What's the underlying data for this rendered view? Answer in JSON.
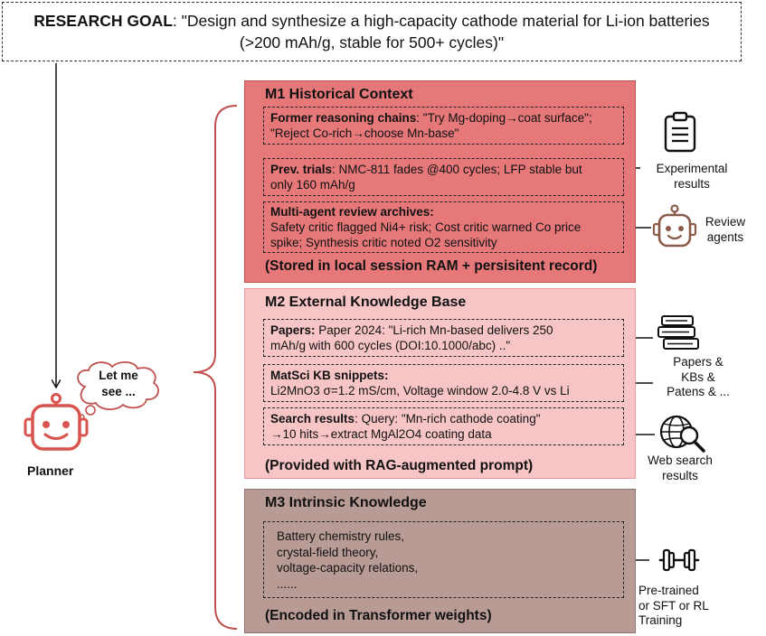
{
  "goal": {
    "label": "RESEARCH GOAL",
    "line1": ": \"Design and synthesize a high-capacity cathode material for Li-ion batteries",
    "line2": "(>200 mAh/g, stable for 500+ cycles)\""
  },
  "planner": {
    "label": "Planner",
    "thought_line1": "Let me",
    "thought_line2": "see ..."
  },
  "m1": {
    "title": "M1  Historical Context",
    "entries": [
      {
        "head": "Former reasoning chains",
        "text1": ": \"Try Mg-doping→coat surface\";",
        "text2": "\"Reject Co-rich→choose Mn-base\""
      },
      {
        "head": "Prev. trials",
        "text1": ": NMC-811 fades @400 cycles; LFP stable but",
        "text2": "only 160 mAh/g"
      },
      {
        "head": "Multi-agent review archives:",
        "text1": "Safety critic flagged Ni4+ risk; Cost critic warned Co price",
        "text2": "spike; Synthesis critic noted O2 sensitivity"
      }
    ],
    "footer": "(Stored in local session RAM + persisitent record)"
  },
  "m2": {
    "title": "M2  External Knowledge Base",
    "entries": [
      {
        "head": "Papers:",
        "text1": " Paper 2024: \"Li-rich Mn-based delivers 250",
        "text2": "mAh/g with 600 cycles (DOI:10.1000/abc) ..\""
      },
      {
        "head": "MatSci KB snippets:",
        "text1": "",
        "text2": "Li2MnO3 σ=1.2 mS/cm, Voltage window 2.0-4.8 V vs Li"
      },
      {
        "head": "Search results",
        "text1": ": Query: \"Mn-rich cathode coating\"",
        "text2": "→10 hits→extract MgAl2O4 coating data"
      }
    ],
    "footer": "(Provided with RAG-augmented prompt)"
  },
  "m3": {
    "title": "M3  Intrinsic Knowledge",
    "lines": [
      "Battery chemistry rules,",
      "crystal-field theory,",
      "voltage-capacity relations,",
      "......"
    ],
    "footer": "(Encoded in Transformer weights)"
  },
  "sources": {
    "experimental": [
      "Experimental",
      "results"
    ],
    "review": [
      "Review",
      "agents"
    ],
    "papers": [
      "Papers &",
      "KBs &",
      "Patens & ..."
    ],
    "web": [
      "Web search",
      "results"
    ],
    "training": [
      "Pre-trained",
      "or SFT or RL",
      "Training"
    ]
  },
  "icons": {
    "clipboard": "clipboard-icon",
    "robot": "robot-icon",
    "books": "books-icon",
    "web_search": "globe-search-icon",
    "dumbbell": "dumbbell-icon",
    "planner": "planner-robot-icon"
  },
  "colors": {
    "m1_fill": "#e6787a",
    "m2_fill": "#f8c5c6",
    "m3_fill": "#b89b95",
    "brace": "#c0504d",
    "robot": "#d9534f"
  }
}
